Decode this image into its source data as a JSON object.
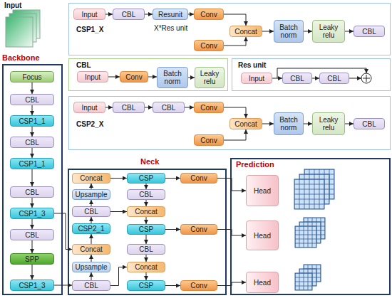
{
  "diagram": {
    "nodes": [
      {
        "text": [
          "CSP1_X"
        ]
      },
      {
        "text": [
          "Input"
        ],
        "in": 0
      },
      {
        "text": [
          "CBL"
        ],
        "in": 0
      },
      {
        "text": [
          "Resunit"
        ],
        "in": 0
      },
      {
        "text": [
          "Conv"
        ],
        "in": 0
      },
      {
        "text": [
          "Conv"
        ],
        "in": 0
      },
      {
        "text": [
          "Concat"
        ],
        "in": 0
      },
      {
        "text": [
          "Batch norm"
        ],
        "in": 0
      },
      {
        "text": [
          "Leaky relu"
        ],
        "in": 0
      },
      {
        "text": [
          "CBL"
        ],
        "in": 0
      },
      {
        "text": [
          "CBL"
        ]
      },
      {
        "text": [
          "Input"
        ],
        "in": 10
      },
      {
        "text": [
          "Conv"
        ],
        "in": 10
      },
      {
        "text": [
          "Batch norm"
        ],
        "in": 10
      },
      {
        "text": [
          "Leaky relu"
        ],
        "in": 10
      },
      {
        "text": [
          "Res unit"
        ]
      },
      {
        "text": [
          "Input"
        ],
        "in": 15
      },
      {
        "text": [
          "CBL"
        ],
        "in": 15
      },
      {
        "text": [
          "CBL"
        ],
        "in": 15
      },
      {
        "text": [
          "CSP2_X"
        ]
      },
      {
        "text": [
          "Input"
        ],
        "in": 19
      },
      {
        "text": [
          "CBL"
        ],
        "in": 19
      },
      {
        "text": [
          "CBL"
        ],
        "in": 19
      },
      {
        "text": [
          "Conv"
        ],
        "in": 19
      },
      {
        "text": [
          "Conv"
        ],
        "in": 19
      },
      {
        "text": [
          "Concat"
        ],
        "in": 19
      },
      {
        "text": [
          "Batch norm"
        ],
        "in": 19
      },
      {
        "text": [
          "Leaky relu"
        ],
        "in": 19
      },
      {
        "text": [
          "CBL"
        ],
        "in": 19
      },
      {
        "text": [
          "Backbone"
        ]
      },
      {
        "text": [
          "Focus"
        ],
        "in": 29
      },
      {
        "text": [
          "CBL"
        ],
        "in": 29
      },
      {
        "text": [
          "CSP1_1"
        ],
        "in": 29
      },
      {
        "text": [
          "CBL"
        ],
        "in": 29
      },
      {
        "text": [
          "CSP1_1"
        ],
        "in": 29
      },
      {
        "text": [
          "CBL"
        ],
        "in": 29
      },
      {
        "text": [
          "CSP1_3"
        ],
        "in": 29
      },
      {
        "text": [
          "CBL"
        ],
        "in": 29
      },
      {
        "text": [
          "SPP"
        ],
        "in": 29
      },
      {
        "text": [
          "CSP1_3"
        ],
        "in": 29
      },
      {
        "text": [
          "Neck"
        ]
      },
      {
        "text": [
          "Concat"
        ],
        "in": 40
      },
      {
        "text": [
          "CSP"
        ],
        "in": 40
      },
      {
        "text": [
          "Conv"
        ],
        "in": 40
      },
      {
        "text": [
          "Upsample"
        ],
        "in": 40
      },
      {
        "text": [
          "CBL"
        ],
        "in": 40
      },
      {
        "text": [
          "CBL"
        ],
        "in": 40
      },
      {
        "text": [
          "Concat"
        ],
        "in": 40
      },
      {
        "text": [
          "CSP2_1"
        ],
        "in": 40
      },
      {
        "text": [
          "CSP"
        ],
        "in": 40
      },
      {
        "text": [
          "Conv"
        ],
        "in": 40
      },
      {
        "text": [
          "Concat"
        ],
        "in": 40
      },
      {
        "text": [
          "CBL"
        ],
        "in": 40
      },
      {
        "text": [
          "Upsample"
        ],
        "in": 40
      },
      {
        "text": [
          "Concat"
        ],
        "in": 40
      },
      {
        "text": [
          "CBL"
        ],
        "in": 40
      },
      {
        "text": [
          "CSP"
        ],
        "in": 40
      },
      {
        "text": [
          "Conv"
        ],
        "in": 40
      },
      {
        "text": [
          "Prediction"
        ]
      },
      {
        "text": [
          "Head"
        ],
        "in": 58
      },
      {
        "text": [
          "Head"
        ],
        "in": 58
      },
      {
        "text": [
          "Head"
        ],
        "in": 58
      }
    ],
    "edges": [
      {
        "from": 1,
        "to": 2,
        "arrow": "to"
      },
      {
        "from": 2,
        "to": 3,
        "arrow": "to"
      },
      {
        "from": 3,
        "to": 4,
        "arrow": "to"
      },
      {
        "from": 4,
        "to": 6,
        "arrow": "to"
      },
      {
        "from": 5,
        "to": 6,
        "arrow": "to"
      },
      {
        "from": 6,
        "to": 7,
        "arrow": "to"
      },
      {
        "from": 7,
        "to": 8,
        "arrow": "to"
      },
      {
        "from": 8,
        "to": 9,
        "arrow": "to"
      },
      {
        "from": 11,
        "to": 12,
        "arrow": "to"
      },
      {
        "from": 12,
        "to": 13,
        "arrow": "to"
      },
      {
        "from": 13,
        "to": 14,
        "arrow": "to"
      },
      {
        "from": 16,
        "to": 17,
        "arrow": "to"
      },
      {
        "from": 17,
        "to": 18,
        "arrow": "to"
      },
      {
        "from": 20,
        "to": 21,
        "arrow": "to"
      },
      {
        "from": 21,
        "to": 22,
        "arrow": "to"
      },
      {
        "from": 22,
        "to": 23,
        "arrow": "to"
      },
      {
        "from": 23,
        "to": 25,
        "arrow": "to"
      },
      {
        "from": 24,
        "to": 25,
        "arrow": "to"
      },
      {
        "from": 25,
        "to": 26,
        "arrow": "to"
      },
      {
        "from": 26,
        "to": 27,
        "arrow": "to"
      },
      {
        "from": 27,
        "to": 28,
        "arrow": "to"
      },
      {
        "from": 30,
        "to": 31,
        "arrow": "to"
      },
      {
        "from": 31,
        "to": 32,
        "arrow": "to"
      },
      {
        "from": 32,
        "to": 33,
        "arrow": "to"
      },
      {
        "from": 33,
        "to": 34,
        "arrow": "to"
      },
      {
        "from": 34,
        "to": 35,
        "arrow": "to"
      },
      {
        "from": 35,
        "to": 36,
        "arrow": "to"
      },
      {
        "from": 36,
        "to": 37,
        "arrow": "to"
      },
      {
        "from": 37,
        "to": 38,
        "arrow": "to"
      },
      {
        "from": 38,
        "to": 39,
        "arrow": "to"
      },
      {
        "from": 39,
        "to": 55,
        "arrow": "to"
      },
      {
        "from": 36,
        "to": 51,
        "arrow": "to"
      },
      {
        "from": 55,
        "to": 53,
        "arrow": "to"
      },
      {
        "from": 53,
        "to": 51,
        "arrow": "to"
      },
      {
        "from": 51,
        "to": 48,
        "arrow": "to"
      },
      {
        "from": 48,
        "to": 46,
        "arrow": "to"
      },
      {
        "from": 46,
        "to": 44,
        "arrow": "to"
      },
      {
        "from": 44,
        "to": 41,
        "arrow": "to"
      },
      {
        "from": 41,
        "to": 42,
        "arrow": "to"
      },
      {
        "from": 42,
        "to": 43,
        "arrow": "to"
      },
      {
        "from": 42,
        "to": 45,
        "arrow": "to"
      },
      {
        "from": 45,
        "to": 47,
        "arrow": "to"
      },
      {
        "from": 46,
        "to": 47,
        "arrow": "to"
      },
      {
        "from": 47,
        "to": 49,
        "arrow": "to"
      },
      {
        "from": 49,
        "to": 50,
        "arrow": "to"
      },
      {
        "from": 49,
        "to": 52,
        "arrow": "to"
      },
      {
        "from": 52,
        "to": 54,
        "arrow": "to"
      },
      {
        "from": 55,
        "to": 54,
        "arrow": "to"
      },
      {
        "from": 54,
        "to": 56,
        "arrow": "to"
      },
      {
        "from": 56,
        "to": 57,
        "arrow": "to"
      },
      {
        "from": 43,
        "to": 59,
        "arrow": "to"
      },
      {
        "from": 50,
        "to": 60,
        "arrow": "to"
      },
      {
        "from": 57,
        "to": 61,
        "arrow": "to"
      }
    ],
    "labels": [
      "Input",
      "X*Res unit"
    ]
  }
}
